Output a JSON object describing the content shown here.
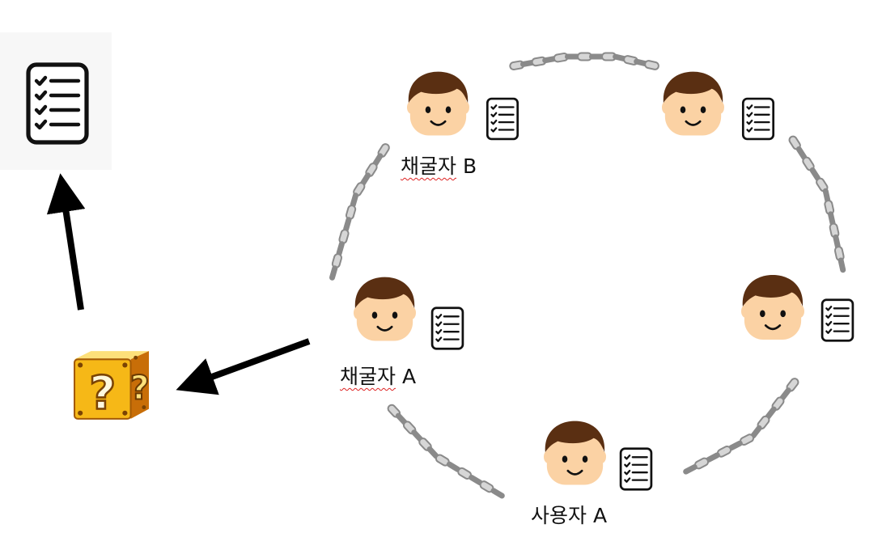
{
  "colors": {
    "background": "#ffffff",
    "arrow": "#000000",
    "chain": "#8a8a8a",
    "chain_highlight": "#d6d6d6",
    "skin": "#fbd2a4",
    "hair": "#5a2f12",
    "block": "#f6b817",
    "block_side": "#c86e08",
    "spellcheck_underline": "#d22222"
  },
  "icons": {
    "ledger": "checklist-icon",
    "person": "miner-face-icon",
    "mystery": "question-block-icon",
    "link": "chain-icon"
  },
  "labels": {
    "miner_b": {
      "ko": "채굴자",
      "suffix": " B"
    },
    "miner_a": {
      "ko": "채굴자",
      "suffix": " A"
    },
    "user_a": {
      "ko": "사용자",
      "suffix": " A"
    }
  }
}
